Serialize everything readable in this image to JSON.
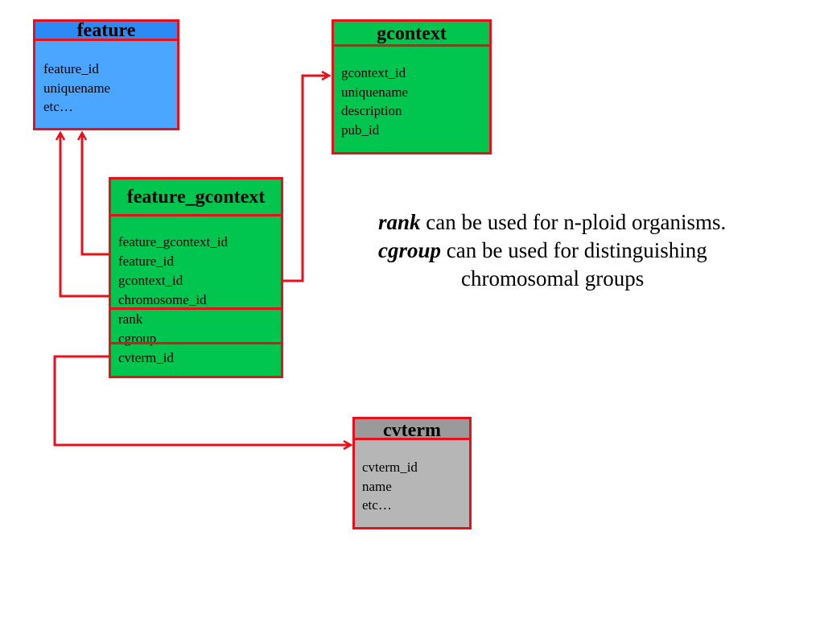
{
  "tables": {
    "feature": {
      "title": "feature",
      "fields": [
        "feature_id",
        "uniquename",
        "etc…"
      ]
    },
    "gcontext": {
      "title": "gcontext",
      "fields": [
        "gcontext_id",
        "uniquename",
        "description",
        "pub_id"
      ]
    },
    "feature_gcontext": {
      "title": "feature_gcontext",
      "fields": [
        "feature_gcontext_id",
        "feature_id",
        "gcontext_id",
        "chromosome_id",
        "rank",
        "cgroup",
        "cvterm_id"
      ]
    },
    "cvterm": {
      "title": "cvterm",
      "fields": [
        "cvterm_id",
        "name",
        "etc…"
      ]
    }
  },
  "annotation": {
    "rank_term": "rank",
    "rank_text": " can be used for n-ploid organisms.",
    "cgroup_term": "cgroup",
    "cgroup_text": " can be used for distinguishing",
    "cgroup_text_2": "chromosomal groups"
  },
  "colors": {
    "border": "#e8101a",
    "feature_fill": "#4ba6ff",
    "feature_header": "#2b8af5",
    "gcontext_fill": "#00c650",
    "cvterm_fill": "#b6b6b6",
    "cvterm_header": "#9a9a9a",
    "arrow": "#e8101a"
  }
}
